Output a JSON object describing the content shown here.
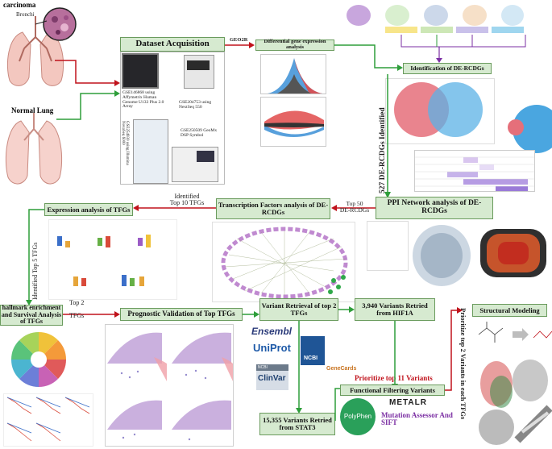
{
  "inputs": {
    "carcinoma": "carcinoma",
    "bronchi": "Bronchi",
    "normal_lung": "Normal Lung"
  },
  "boxes": {
    "dataset": "Dataset Acquisition",
    "dge": "Differential gene expression analysis",
    "derc": "Identification of DE-RCDGs",
    "ppi": "PPI  Network analysis of DE-RCDGs",
    "tf": "Transcription Factors  analysis of DE-RCDGs",
    "expr": "Expression analysis of TFGs",
    "hallmark": "hallmark enrichment and Survival Analysis of TFGs",
    "prog": "Prognostic Validation of Top TFGs",
    "variant": "Variant Retrieval of top 2 TFGs",
    "hif": "3,940   Variants Retried from HIF1A",
    "stat": "15,355  Variants Retried from STAT3",
    "filter": "Functional Filtering Variants",
    "struct": "Structural Modeling"
  },
  "datasets": {
    "d1": "GSE146868 using Affymetrix Human Genome U133 Plus 2.0 Array",
    "d2": "GSE204753 using NextSeq 550",
    "d3": "GSE250509 GeoMx DSP Symbol",
    "d4": "GSE254930 using Illumina NovaSeq 6000"
  },
  "edge_labels": {
    "geo": "GEO2R",
    "identified_527": "527 DE-RCDGs Identified",
    "top50_a": "Top 50",
    "top50_b": "DE-RCDGs",
    "top10_a": "Identified",
    "top10_b": "Top 10 TFGs",
    "top5": "Identified Top 5 TFGs",
    "top2_a": "Top 2",
    "top2_b": "TFGs",
    "prioritize11": "Prioritize top 11 Variants",
    "prioritize2": "Prioritize top 2 Variants in each TFGs"
  },
  "tools": {
    "ensembl": "Ensembl",
    "uniprot": "UniProt",
    "ncbi": "NCBI",
    "genecards": "GeneCards",
    "clinvar": "ClinVar",
    "clinvar_top": "NCBI",
    "polyphen": "PolyPhen",
    "metalr": "METALR",
    "mut_assessor": "Mutation Assessor And SIFT"
  },
  "colors": {
    "box_fill": "#d6ead0",
    "box_border": "#6a9b5d",
    "arrow_green": "#2e9e3a",
    "arrow_red": "#c0121b",
    "label_red": "#d01a1a",
    "purple": "#7b2fa3"
  }
}
